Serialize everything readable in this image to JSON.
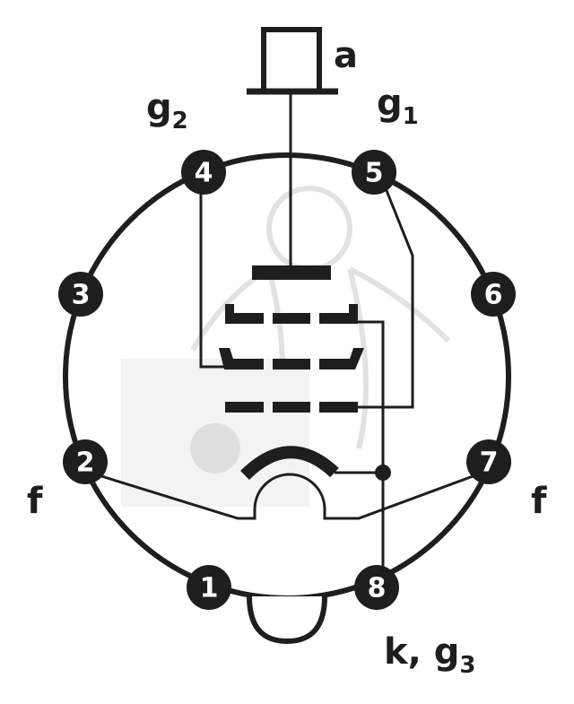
{
  "title": "Tube base pinout diagram",
  "pins": [
    {
      "number": "1"
    },
    {
      "number": "2"
    },
    {
      "number": "3"
    },
    {
      "number": "4"
    },
    {
      "number": "5"
    },
    {
      "number": "6"
    },
    {
      "number": "7"
    },
    {
      "number": "8"
    }
  ],
  "labels": {
    "anode": "a",
    "g2": "g",
    "g2_sub": "2",
    "g1": "g",
    "g1_sub": "1",
    "f_left": "f",
    "f_right": "f",
    "cathode": "k, g",
    "cathode_sub": "3"
  },
  "colors": {
    "ink": "#1e1e1e",
    "watermark": "#e4e4e4"
  }
}
